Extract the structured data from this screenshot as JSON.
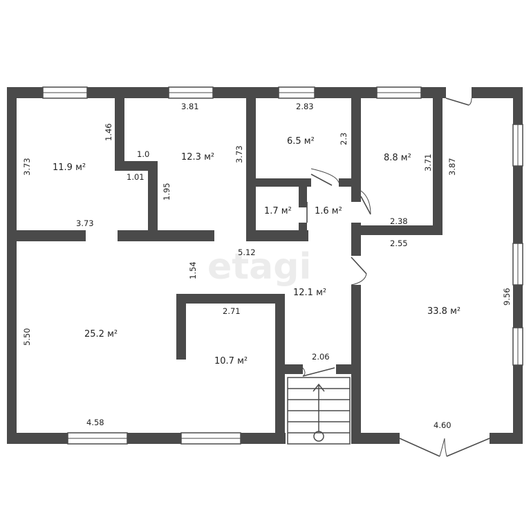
{
  "watermark": "etagi",
  "rooms": [
    {
      "id": "room-a",
      "area": "11.9 м²"
    },
    {
      "id": "room-b",
      "area": "12.3 м²"
    },
    {
      "id": "room-c",
      "area": "6.5 м²"
    },
    {
      "id": "room-d",
      "area": "8.8 м²"
    },
    {
      "id": "room-e",
      "area": "1.7 м²"
    },
    {
      "id": "room-f",
      "area": "1.6 м²"
    },
    {
      "id": "room-g",
      "area": "12.1 м²"
    },
    {
      "id": "room-h",
      "area": "25.2 м²"
    },
    {
      "id": "room-i",
      "area": "10.7 м²"
    },
    {
      "id": "room-j",
      "area": "33.8 м²"
    }
  ],
  "dimensions": {
    "room_a_height": "3.73",
    "room_a_width": "3.73",
    "room_a_notch": "1.46",
    "notch_width": "1.0",
    "notch_depth": "1.01",
    "room_b_lower": "1.95",
    "room_b_width": "3.81",
    "room_b_height": "3.73",
    "room_c_width": "2.83",
    "room_c_height": "2.3",
    "room_d_height": "3.71",
    "room_d_width": "2.38",
    "room_d_outer": "3.87",
    "hall_width": "5.12",
    "hall_depth": "1.54",
    "room_h_height": "5.50",
    "room_h_width": "4.58",
    "room_i_width": "2.71",
    "passage_width": "2.06",
    "room_j_width_top": "2.55",
    "room_j_height": "9.56",
    "room_j_width_bottom": "4.60"
  }
}
